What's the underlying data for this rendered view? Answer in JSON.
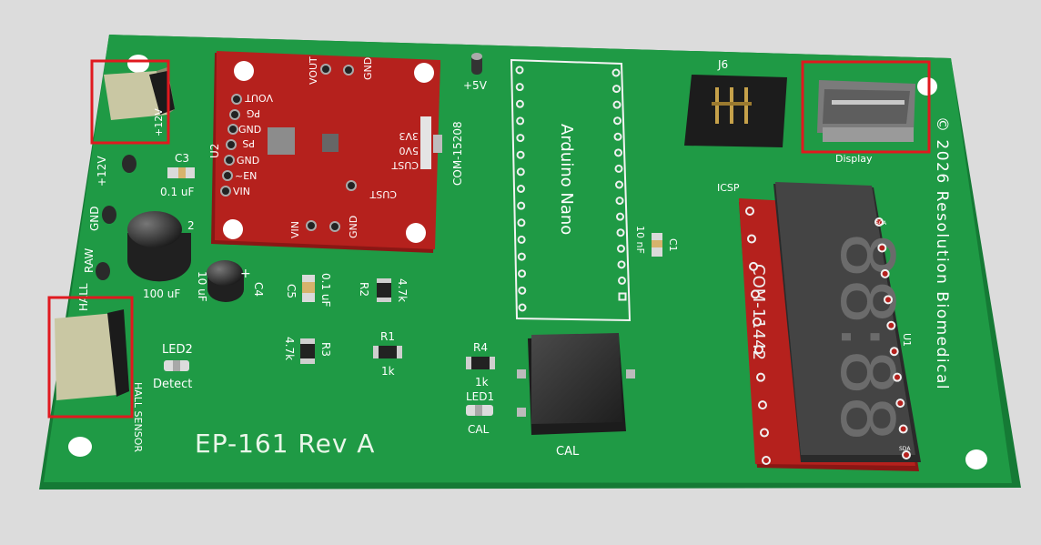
{
  "board": {
    "title": "EP-161 Rev A",
    "copyright": "© 2026 Resolution Biomedical",
    "colors": {
      "pcb": "#1f9a45",
      "silk": "#ffffff",
      "breakout": "#b5211d",
      "highlight": "#e0191f"
    }
  },
  "connectors": {
    "j6": "J6",
    "icsp": "ICSP",
    "display": "Display",
    "sensor": "HALL SENSOR",
    "power_12v": "+12V"
  },
  "pads": {
    "plus12v": "+12V",
    "gnd": "GND",
    "raw": "RAW",
    "hall": "HALL",
    "plus5v": "+5V"
  },
  "regulator": {
    "refdes": "U2",
    "part": "COM-15208",
    "pins_left": [
      "VOUT",
      "PG",
      "GND",
      "PS",
      "GND",
      "~EN",
      "VIN"
    ],
    "top_pins": [
      "VOUT",
      "GND"
    ],
    "bottom_pins": [
      "VIN",
      "GND"
    ],
    "switch_labels": [
      "3V3",
      "5V0",
      "CUST"
    ],
    "cust_pad": "CUST"
  },
  "arduino": {
    "label": "Arduino Nano"
  },
  "display": {
    "refdes": "U1",
    "part": "COM-11442",
    "digits": "88:88",
    "pin_top": "SCA",
    "pin_bottom": "SDA"
  },
  "parts": {
    "c1": {
      "ref": "C1",
      "value": "10 nF"
    },
    "c2": {
      "ref": "2",
      "value": "100 uF"
    },
    "c3": {
      "ref": "C3",
      "value": "0.1 uF"
    },
    "c4": {
      "ref": "C4",
      "value": "10 uF"
    },
    "c5": {
      "ref": "C5",
      "value": "0.1 uF"
    },
    "r1": {
      "ref": "R1",
      "value": "1k"
    },
    "r2": {
      "ref": "R2",
      "value": "4.7k"
    },
    "r3": {
      "ref": "R3",
      "value": "4.7k"
    },
    "r4": {
      "ref": "R4",
      "value": "1k"
    },
    "led1": {
      "ref": "LED1",
      "value": "CAL"
    },
    "led2": {
      "ref": "LED2",
      "value": "Detect"
    },
    "cal_button": "CAL"
  }
}
